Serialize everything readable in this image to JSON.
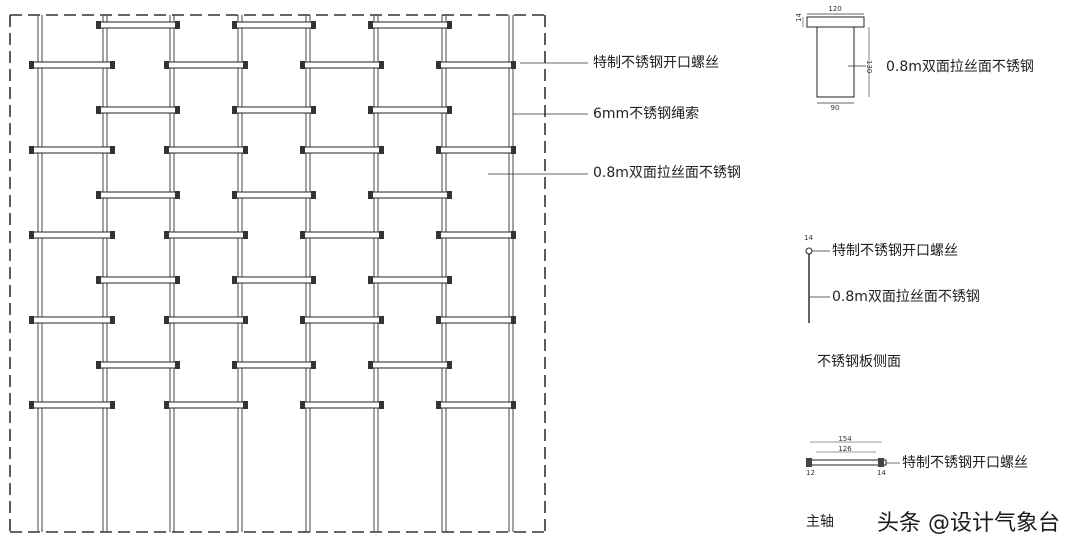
{
  "callouts": {
    "special_screw": "特制不锈钢开口螺丝",
    "rope": "6mm不锈钢绳索",
    "panel": "0.8m双面拉丝面不锈钢"
  },
  "top_detail": {
    "label": "0.8m双面拉丝面不锈钢",
    "dim_top": "120",
    "dim_bottom": "90",
    "dim_left": "14",
    "dim_right": "130"
  },
  "side_view": {
    "dim_top": "14",
    "screw_label": "特制不锈钢开口螺丝",
    "panel_label": "0.8m双面拉丝面不锈钢",
    "caption": "不锈钢板侧面"
  },
  "axis_detail": {
    "dim_outer": "154",
    "dim_inner": "126",
    "dim_left": "12",
    "dim_right": "14",
    "screw_label": "特制不锈钢开口螺丝",
    "caption_partial": "主轴"
  },
  "watermark": "头条 @设计气象台"
}
